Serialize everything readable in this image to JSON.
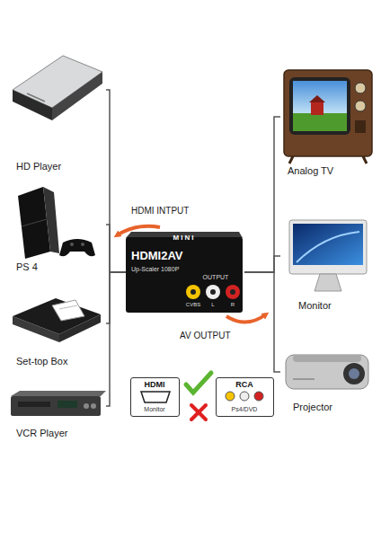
{
  "diagram": {
    "nodes": [
      {
        "text": [
          "HD Player"
        ]
      },
      {
        "text": [
          "PS 4"
        ]
      },
      {
        "text": [
          "Set-top Box"
        ]
      },
      {
        "text": [
          "VCR Player"
        ]
      },
      {
        "text": [
          "MINI",
          "HDMI2AV",
          "Up-Scaler 1080P",
          "OUTPUT",
          "CVBS",
          "L",
          "R"
        ]
      },
      {
        "text": [
          "Analog TV"
        ]
      },
      {
        "text": [
          "Monitor"
        ]
      },
      {
        "text": [
          "Projector"
        ]
      },
      {
        "text": [
          "HDMI",
          "Monitor"
        ]
      },
      {
        "text": [
          "RCA",
          "Ps4/DVD"
        ]
      }
    ],
    "edges": [
      {
        "from": 0,
        "to": 4,
        "arrow": "none"
      },
      {
        "from": 1,
        "to": 4,
        "arrow": "none"
      },
      {
        "from": 2,
        "to": 4,
        "arrow": "none"
      },
      {
        "from": 3,
        "to": 4,
        "arrow": "none"
      },
      {
        "from": 4,
        "to": 5,
        "arrow": "none"
      },
      {
        "from": 4,
        "to": 6,
        "arrow": "none"
      },
      {
        "from": 4,
        "to": 7,
        "arrow": "none"
      }
    ],
    "labels": [
      "HDMI INTPUT",
      "AV OUTPUT"
    ]
  }
}
